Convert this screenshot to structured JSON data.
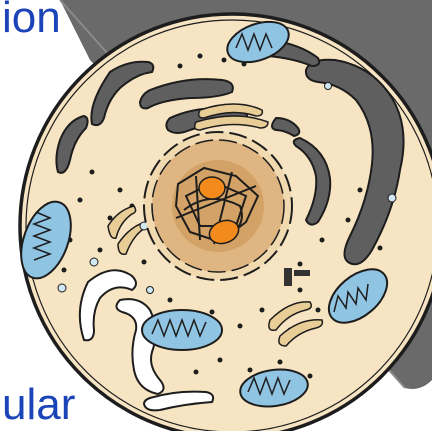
{
  "text_fragments": {
    "top": "ion",
    "bottom": "ular"
  },
  "colors": {
    "slide_text": "#1a44b8",
    "slide_shadow": "#6a6a6a",
    "cytoplasm": "#f7e4c2",
    "nucleus": "#dfb681",
    "nucleolus": "#f28a1c",
    "mitochondria": "#8fc4e3",
    "er": "#5f5f5f",
    "golgi": "#e8cd96",
    "outline": "#1d1d1d"
  },
  "organelles": [
    "nucleus",
    "nucleolus",
    "chromatin",
    "mitochondrion",
    "endoplasmic-reticulum",
    "golgi-apparatus",
    "ribosomes",
    "vesicles",
    "centrioles"
  ]
}
